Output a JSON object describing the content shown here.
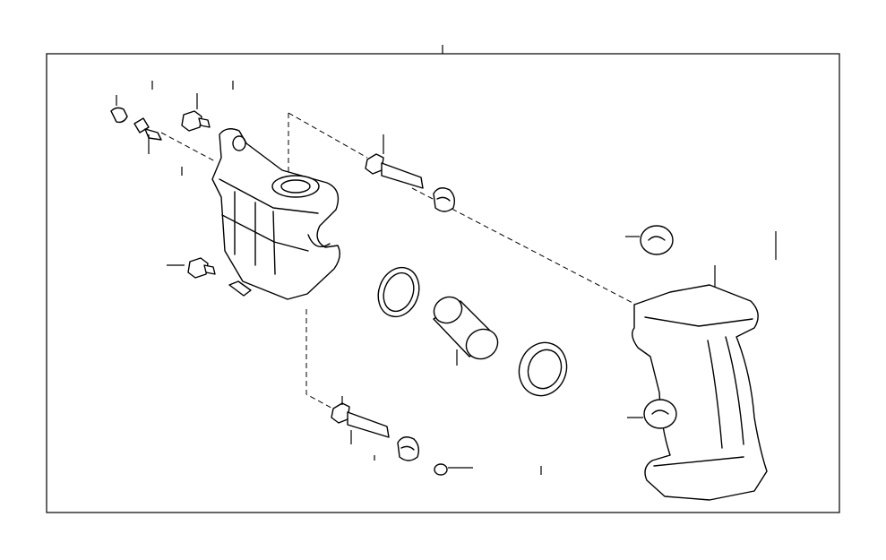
{
  "diagram": {
    "title": "",
    "parts": [
      {
        "id": "bleeder-plug",
        "icon": "cap-icon"
      },
      {
        "id": "bleeder-plug-screw",
        "icon": "bleeder-screw-icon"
      },
      {
        "id": "upper-bolt",
        "icon": "bolt-icon"
      },
      {
        "id": "caliper-cylinder",
        "icon": "caliper-body-icon"
      },
      {
        "id": "lower-bolt",
        "icon": "bolt-icon"
      },
      {
        "id": "upper-slide-pin",
        "icon": "pin-icon"
      },
      {
        "id": "upper-pin-boot",
        "icon": "boot-icon"
      },
      {
        "id": "piston-seal",
        "icon": "ring-icon"
      },
      {
        "id": "piston",
        "icon": "piston-icon"
      },
      {
        "id": "cylinder-boot",
        "icon": "boot-ring-icon"
      },
      {
        "id": "lower-slide-pin",
        "icon": "pin-icon"
      },
      {
        "id": "lower-pin-boot",
        "icon": "boot-icon"
      },
      {
        "id": "bushing",
        "icon": "bushing-icon"
      },
      {
        "id": "mounting-bracket",
        "icon": "bracket-icon"
      },
      {
        "id": "upper-clip",
        "icon": "clip-icon"
      },
      {
        "id": "lower-clip",
        "icon": "clip-icon"
      }
    ]
  }
}
